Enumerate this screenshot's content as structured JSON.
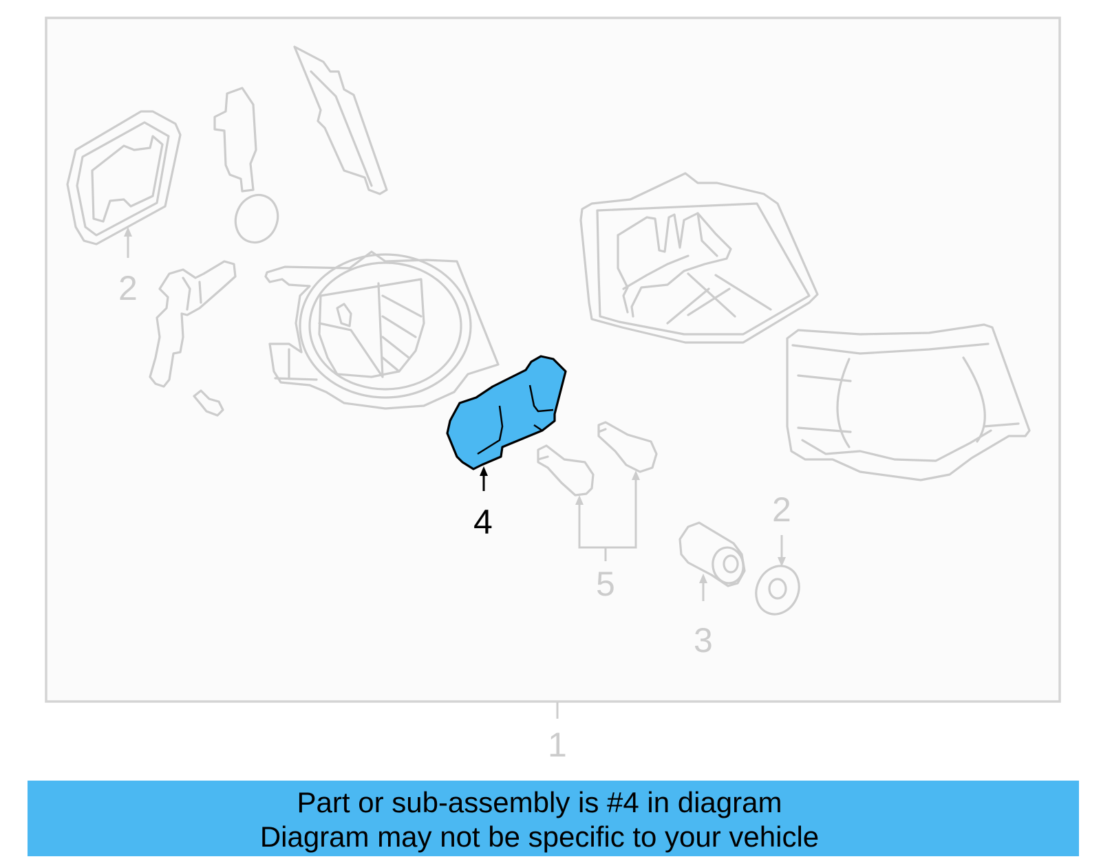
{
  "callouts": {
    "c1": "1",
    "c2_top": "2",
    "c2_bottom": "2",
    "c3": "3",
    "c4": "4",
    "c5": "5"
  },
  "highlight": {
    "part_number": "4",
    "fill_color": "#4bb8f2",
    "outline_color": "#000000"
  },
  "diagram_colors": {
    "line_gray": "#cccccc",
    "background": "#fbfbfb",
    "border": "#d4d4d4"
  },
  "banner": {
    "line1": "Part or sub-assembly is #4 in diagram",
    "line2": "Diagram may not be specific to your vehicle",
    "background": "#4bb8f2"
  }
}
